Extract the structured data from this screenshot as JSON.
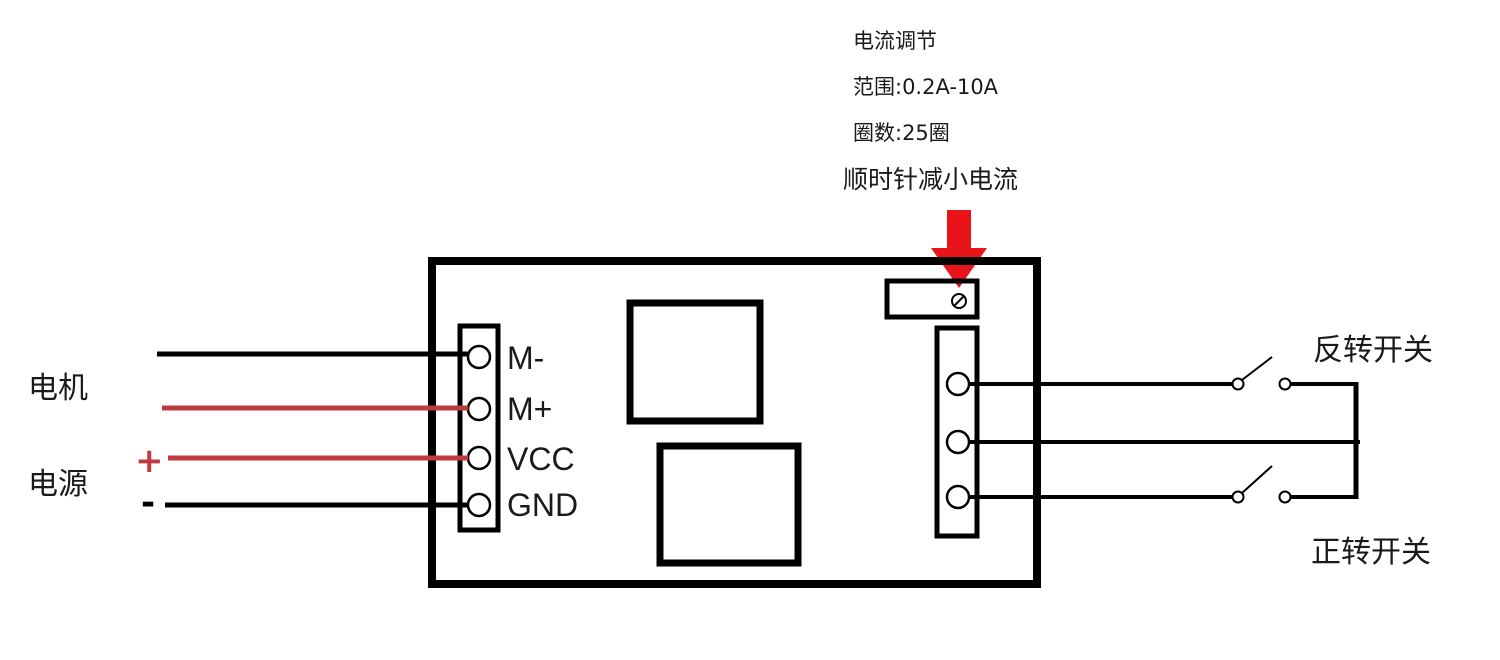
{
  "annotation": {
    "lines": [
      "电流调节",
      "范围:0.2A-10A",
      "圈数:25圈",
      "顺时针减小电流"
    ]
  },
  "left_labels": {
    "motor": "电机",
    "power": "电源",
    "plus": "+",
    "minus": "-"
  },
  "pins": [
    "M-",
    "M+",
    "VCC",
    "GND"
  ],
  "right_labels": {
    "reverse_switch": "反转开关",
    "forward_switch": "正转开关"
  },
  "colors": {
    "wire": "#000000",
    "red_wire": "#c0393f",
    "arrow": "#e8141a"
  }
}
